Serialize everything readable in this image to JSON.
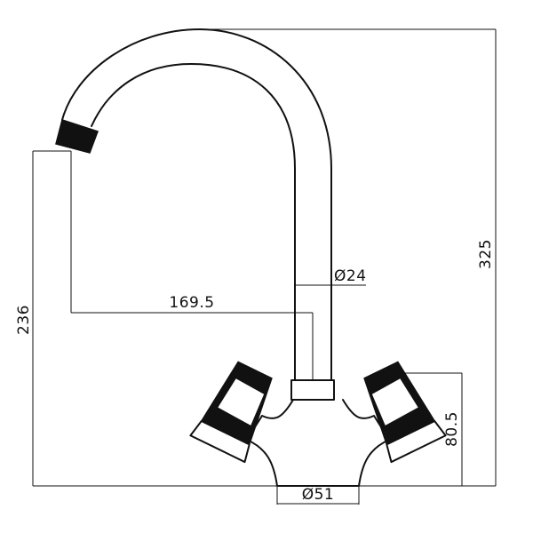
{
  "drawing": {
    "dimensions": {
      "reach": "169.5",
      "spout_diameter": "Ø24",
      "base_diameter": "Ø51",
      "spout_height": "236",
      "total_height": "325",
      "handle_height": "80.5"
    }
  }
}
